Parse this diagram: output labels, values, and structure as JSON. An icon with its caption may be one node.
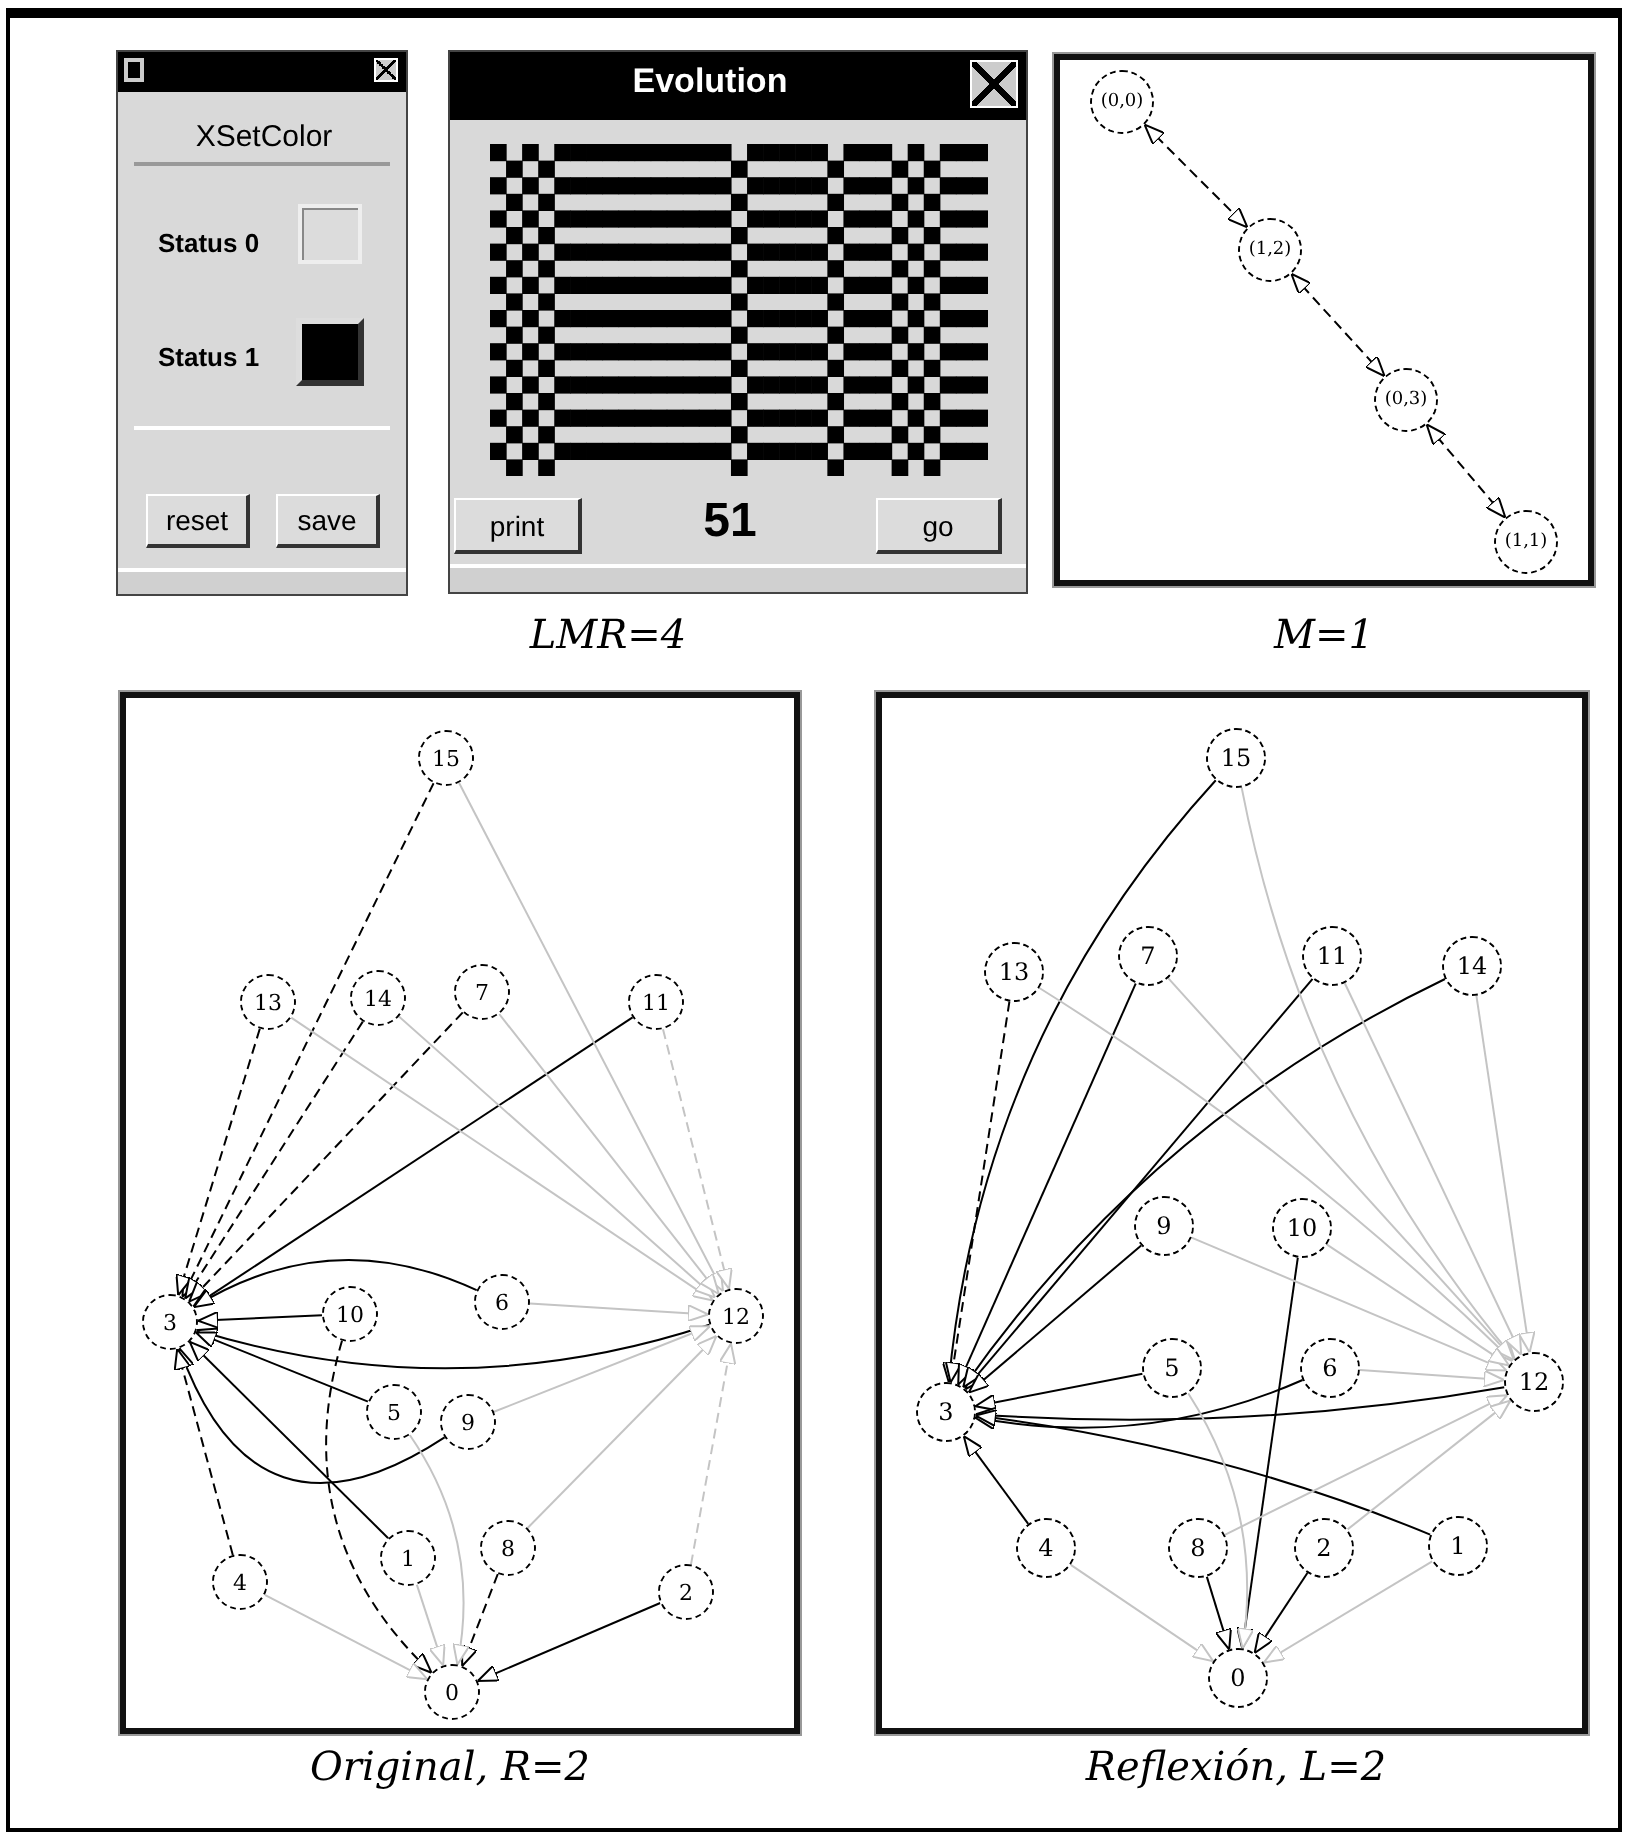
{
  "diagram": {
    "nodes": [
      {
        "text": [
          "XSetColor",
          "Status 0",
          "Status 1"
        ]
      },
      {
        "text": [
          "reset"
        ],
        "in": 0
      },
      {
        "text": [
          "save"
        ],
        "in": 0
      },
      {
        "text": [
          "Evolution",
          "51"
        ],
        "beside": [
          "LMR=4"
        ]
      },
      {
        "text": [
          "print"
        ],
        "in": 3
      },
      {
        "text": [
          "go"
        ],
        "in": 3
      },
      {
        "text": [],
        "shape": "box",
        "beside": [
          "M=1"
        ]
      },
      {
        "text": [
          "(0,0)"
        ],
        "in": 6
      },
      {
        "text": [
          "(1,2)"
        ],
        "in": 6
      },
      {
        "text": [
          "(0,3)"
        ],
        "in": 6
      },
      {
        "text": [
          "(1,1)"
        ],
        "in": 6
      },
      {
        "text": [],
        "shape": "box",
        "beside": [
          "Original, R=2"
        ]
      },
      {
        "text": [
          "15"
        ],
        "in": 11
      },
      {
        "text": [
          "13"
        ],
        "in": 11
      },
      {
        "text": [
          "14"
        ],
        "in": 11
      },
      {
        "text": [
          "7"
        ],
        "in": 11
      },
      {
        "text": [
          "11"
        ],
        "in": 11
      },
      {
        "text": [
          "3"
        ],
        "in": 11
      },
      {
        "text": [
          "10"
        ],
        "in": 11
      },
      {
        "text": [
          "6"
        ],
        "in": 11
      },
      {
        "text": [
          "12"
        ],
        "in": 11
      },
      {
        "text": [
          "5"
        ],
        "in": 11
      },
      {
        "text": [
          "9"
        ],
        "in": 11
      },
      {
        "text": [
          "4"
        ],
        "in": 11
      },
      {
        "text": [
          "1"
        ],
        "in": 11
      },
      {
        "text": [
          "8"
        ],
        "in": 11
      },
      {
        "text": [
          "2"
        ],
        "in": 11
      },
      {
        "text": [
          "0"
        ],
        "in": 11
      },
      {
        "text": [],
        "shape": "box",
        "beside": [
          "Reflexión, L=2"
        ]
      },
      {
        "text": [
          "15"
        ],
        "in": 28
      },
      {
        "text": [
          "13"
        ],
        "in": 28
      },
      {
        "text": [
          "7"
        ],
        "in": 28
      },
      {
        "text": [
          "11"
        ],
        "in": 28
      },
      {
        "text": [
          "14"
        ],
        "in": 28
      },
      {
        "text": [
          "9"
        ],
        "in": 28
      },
      {
        "text": [
          "10"
        ],
        "in": 28
      },
      {
        "text": [
          "5"
        ],
        "in": 28
      },
      {
        "text": [
          "6"
        ],
        "in": 28
      },
      {
        "text": [
          "12"
        ],
        "in": 28
      },
      {
        "text": [
          "3"
        ],
        "in": 28
      },
      {
        "text": [
          "4"
        ],
        "in": 28
      },
      {
        "text": [
          "8"
        ],
        "in": 28
      },
      {
        "text": [
          "2"
        ],
        "in": 28
      },
      {
        "text": [
          "1"
        ],
        "in": 28
      },
      {
        "text": [
          "0"
        ],
        "in": 28
      }
    ],
    "edges": [
      {
        "from": 7,
        "to": 8,
        "arrow": "both",
        "style": "dashed"
      },
      {
        "from": 8,
        "to": 9,
        "arrow": "both",
        "style": "dashed"
      },
      {
        "from": 9,
        "to": 10,
        "arrow": "both",
        "style": "dashed"
      },
      {
        "from": 12,
        "to": 17,
        "arrow": "to",
        "style": "dashed"
      },
      {
        "from": 13,
        "to": 17,
        "arrow": "to",
        "style": "dashed"
      },
      {
        "from": 14,
        "to": 17,
        "arrow": "to",
        "style": "dashed"
      },
      {
        "from": 15,
        "to": 17,
        "arrow": "to",
        "style": "dashed"
      },
      {
        "from": 16,
        "to": 17,
        "arrow": "to"
      },
      {
        "from": 18,
        "to": 17,
        "arrow": "to"
      },
      {
        "from": 19,
        "to": 17,
        "arrow": "to"
      },
      {
        "from": 20,
        "to": 17,
        "arrow": "to"
      },
      {
        "from": 21,
        "to": 17,
        "arrow": "to"
      },
      {
        "from": 22,
        "to": 17,
        "arrow": "to"
      },
      {
        "from": 24,
        "to": 17,
        "arrow": "to"
      },
      {
        "from": 23,
        "to": 17,
        "arrow": "to",
        "style": "dashed"
      },
      {
        "from": 18,
        "to": 27,
        "arrow": "to",
        "style": "dashed"
      },
      {
        "from": 25,
        "to": 27,
        "arrow": "to",
        "style": "dashed"
      },
      {
        "from": 26,
        "to": 27,
        "arrow": "to"
      },
      {
        "from": 12,
        "to": 20,
        "arrow": "to",
        "color": "#c4c4c4"
      },
      {
        "from": 13,
        "to": 20,
        "arrow": "to",
        "color": "#c4c4c4"
      },
      {
        "from": 14,
        "to": 20,
        "arrow": "to",
        "color": "#c4c4c4"
      },
      {
        "from": 15,
        "to": 20,
        "arrow": "to",
        "color": "#c4c4c4"
      },
      {
        "from": 16,
        "to": 20,
        "arrow": "to",
        "style": "dashed",
        "color": "#c4c4c4"
      },
      {
        "from": 19,
        "to": 20,
        "arrow": "to",
        "color": "#c4c4c4"
      },
      {
        "from": 22,
        "to": 20,
        "arrow": "to",
        "color": "#c4c4c4"
      },
      {
        "from": 25,
        "to": 20,
        "arrow": "to",
        "color": "#c4c4c4"
      },
      {
        "from": 26,
        "to": 20,
        "arrow": "to",
        "style": "dashed",
        "color": "#c4c4c4"
      },
      {
        "from": 23,
        "to": 27,
        "arrow": "to",
        "color": "#c4c4c4"
      },
      {
        "from": 21,
        "to": 27,
        "arrow": "to",
        "color": "#c4c4c4"
      },
      {
        "from": 24,
        "to": 27,
        "arrow": "to",
        "color": "#c4c4c4"
      },
      {
        "from": 29,
        "to": 39,
        "arrow": "to"
      },
      {
        "from": 30,
        "to": 39,
        "arrow": "to",
        "style": "dashed"
      },
      {
        "from": 31,
        "to": 39,
        "arrow": "to"
      },
      {
        "from": 32,
        "to": 39,
        "arrow": "to"
      },
      {
        "from": 33,
        "to": 39,
        "arrow": "to"
      },
      {
        "from": 34,
        "to": 39,
        "arrow": "to"
      },
      {
        "from": 36,
        "to": 39,
        "arrow": "to"
      },
      {
        "from": 37,
        "to": 39,
        "arrow": "to"
      },
      {
        "from": 38,
        "to": 39,
        "arrow": "to"
      },
      {
        "from": 43,
        "to": 39,
        "arrow": "to"
      },
      {
        "from": 40,
        "to": 39,
        "arrow": "to"
      },
      {
        "from": 35,
        "to": 44,
        "arrow": "to"
      },
      {
        "from": 41,
        "to": 44,
        "arrow": "to"
      },
      {
        "from": 42,
        "to": 44,
        "arrow": "to"
      },
      {
        "from": 29,
        "to": 38,
        "arrow": "to",
        "color": "#c4c4c4"
      },
      {
        "from": 30,
        "to": 38,
        "arrow": "to",
        "color": "#c4c4c4"
      },
      {
        "from": 31,
        "to": 38,
        "arrow": "to",
        "color": "#c4c4c4"
      },
      {
        "from": 32,
        "to": 38,
        "arrow": "to",
        "color": "#c4c4c4"
      },
      {
        "from": 33,
        "to": 38,
        "arrow": "to",
        "color": "#c4c4c4"
      },
      {
        "from": 34,
        "to": 38,
        "arrow": "to",
        "color": "#c4c4c4"
      },
      {
        "from": 35,
        "to": 38,
        "arrow": "to",
        "color": "#c4c4c4"
      },
      {
        "from": 37,
        "to": 38,
        "arrow": "to",
        "color": "#c4c4c4"
      },
      {
        "from": 41,
        "to": 38,
        "arrow": "to",
        "color": "#c4c4c4"
      },
      {
        "from": 42,
        "to": 38,
        "arrow": "to",
        "color": "#c4c4c4"
      },
      {
        "from": 36,
        "to": 44,
        "arrow": "to",
        "color": "#c4c4c4"
      },
      {
        "from": 40,
        "to": 44,
        "arrow": "to",
        "color": "#c4c4c4"
      },
      {
        "from": 43,
        "to": 44,
        "arrow": "to",
        "color": "#c4c4c4"
      }
    ]
  }
}
